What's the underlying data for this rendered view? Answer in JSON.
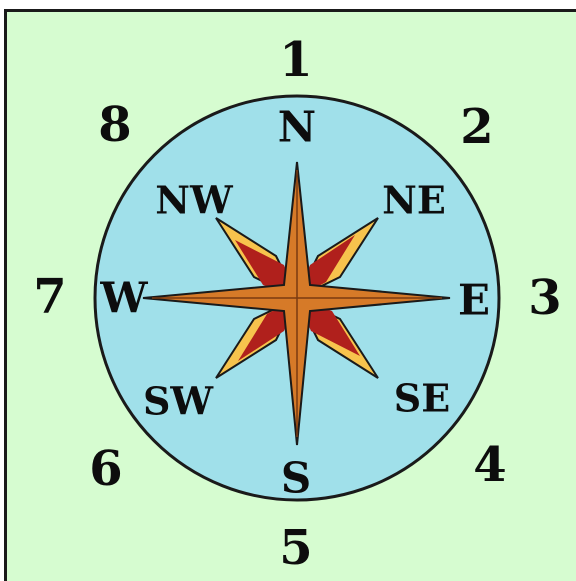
{
  "colors": {
    "panel": "#d6fcd0",
    "dial": "#a0e0ea",
    "outline": "#1a1a1a",
    "star_gold": "#f7c34d",
    "star_orange": "#d67a28",
    "star_red": "#b0201c",
    "text": "#0d0d0d"
  },
  "compass": {
    "directions": {
      "north": "N",
      "north_east": "NE",
      "east": "E",
      "south_east": "SE",
      "south": "S",
      "south_west": "SW",
      "west": "W",
      "north_west": "NW"
    },
    "numbers": {
      "north": "1",
      "north_east": "2",
      "east": "3",
      "south_east": "4",
      "south": "5",
      "south_west": "6",
      "west": "7",
      "north_west": "8"
    }
  }
}
